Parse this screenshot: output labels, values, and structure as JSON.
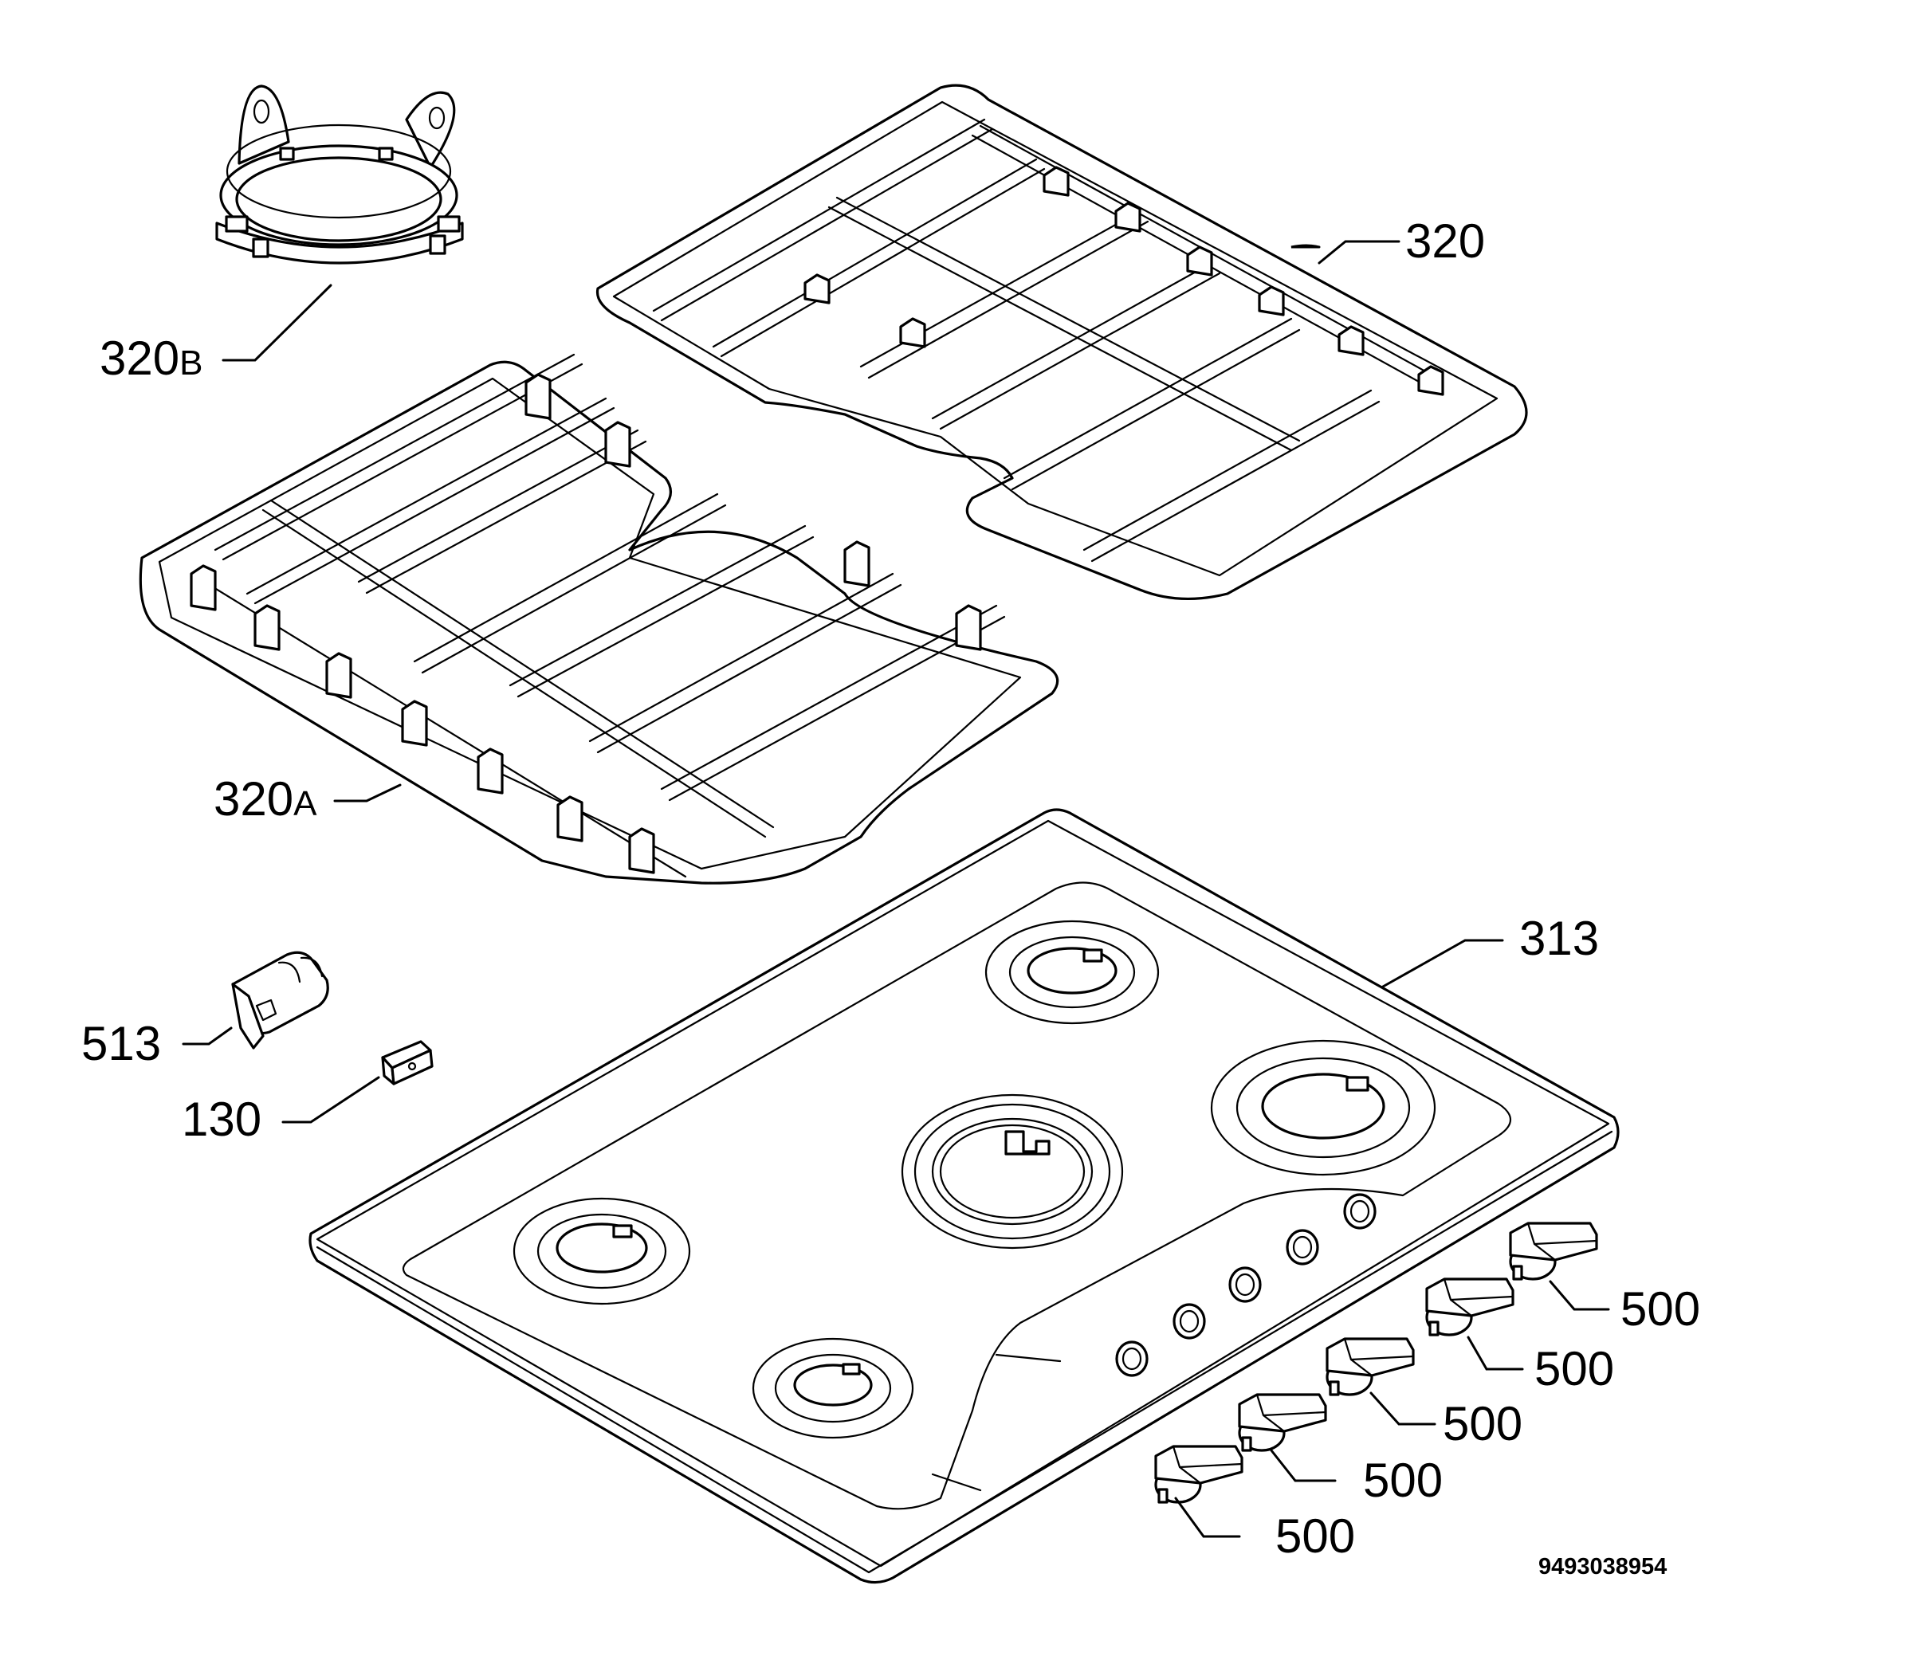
{
  "labels": {
    "pan_support_ring": {
      "num": "320",
      "suffix": "B"
    },
    "pan_support_right": {
      "num": "320"
    },
    "pan_support_left": {
      "num": "320",
      "suffix": "A"
    },
    "hob_top": {
      "num": "313"
    },
    "part_513": {
      "num": "513"
    },
    "part_130": {
      "num": "130"
    },
    "knob_1": {
      "num": "500"
    },
    "knob_2": {
      "num": "500"
    },
    "knob_3": {
      "num": "500"
    },
    "knob_4": {
      "num": "500"
    },
    "knob_5": {
      "num": "500"
    }
  },
  "document_id": "9493038954",
  "colors": {
    "line": "#000000",
    "background": "#ffffff"
  }
}
